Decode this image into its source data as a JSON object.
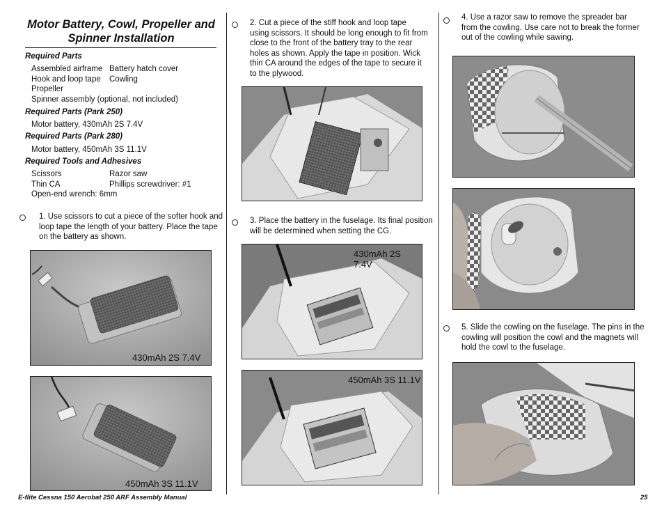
{
  "section": {
    "title_line1": "Motor Battery, Cowl, Propeller and",
    "title_line2": "Spinner Installation"
  },
  "required_parts": {
    "heading": "Required Parts",
    "col1": [
      "Assembled airframe",
      "Hook and loop tape",
      "Propeller",
      "Spinner assembly (optional, not included)"
    ],
    "col2": [
      "Battery hatch cover",
      "Cowling"
    ]
  },
  "park250": {
    "heading": "Required Parts (Park 250)",
    "item": "Motor battery, 430mAh 2S 7.4V"
  },
  "park280": {
    "heading": "Required Parts (Park 280)",
    "item": "Motor battery, 450mAh 3S 11.1V"
  },
  "tools": {
    "heading": "Required Tools and Adhesives",
    "col1": [
      "Scissors",
      "Thin CA",
      "Open-end wrench: 6mm"
    ],
    "col2": [
      "Razor saw",
      "Phillips screwdriver: #1"
    ]
  },
  "steps": {
    "s1": [
      "1. Use scissors to cut a piece of the softer hook and",
      "loop tape the length of your battery. Place the tape",
      "on the battery as shown."
    ],
    "s2": [
      "2. Cut a piece of the stiff hook and loop tape",
      "using scissors. It should be long enough to fit from",
      "close to the front of the battery tray to the rear",
      "holes as shown. Apply the tape in position. Wick",
      "thin CA around the edges of the tape to secure it",
      "to the plywood."
    ],
    "s3": [
      "3. Place the battery in the fuselage. Its final position",
      "will be determined when setting the CG."
    ],
    "s4": [
      "4. Use a razor saw to remove the spreader bar",
      "from the cowling. Use care not to break the former",
      "out of the cowling while sawing."
    ],
    "s5": [
      "5. Slide the cowling on the fuselage. The pins in the",
      "cowling will position the cowl and the magnets will",
      "hold the cowl to the fuselage."
    ]
  },
  "captions": {
    "battery1": "430mAh 2S 7.4V",
    "battery2": "450mAh 3S 11.1V",
    "fuselage1": "430mAh 2S 7.4V",
    "fuselage2": "450mAh 3S 11.1V"
  },
  "footer": {
    "manual": "E-flite Cessna 150 Aerobat 250 ARF Assembly Manual",
    "page": "25"
  }
}
